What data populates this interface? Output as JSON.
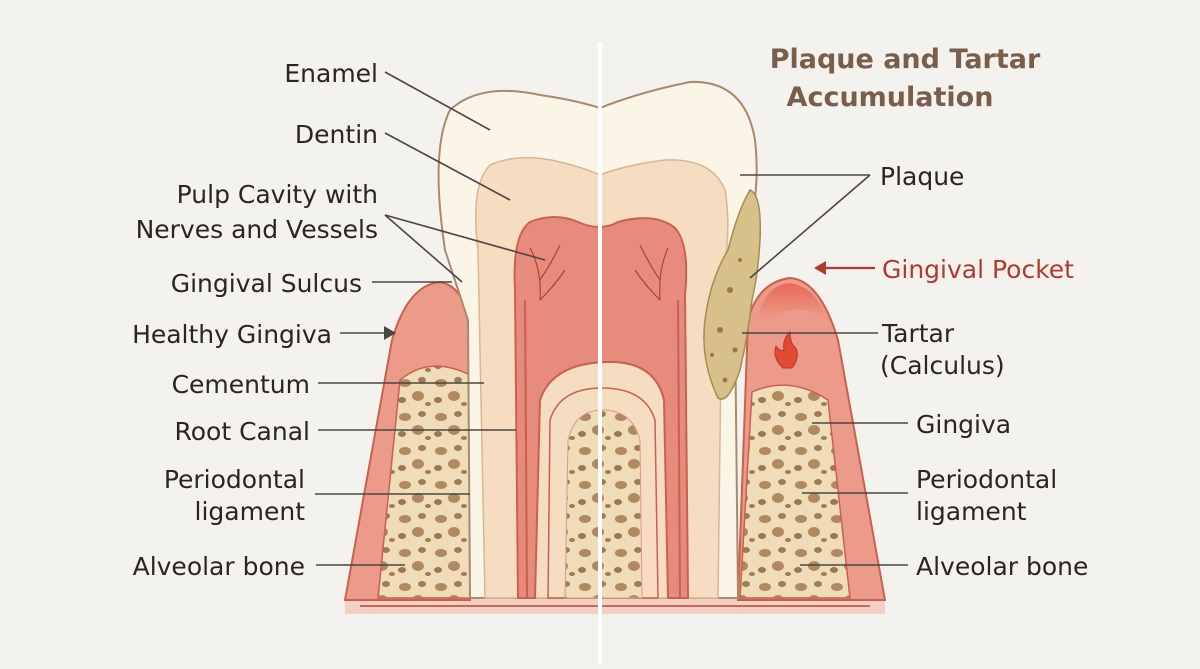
{
  "title": {
    "line1": "Plaque and Tartar",
    "line2": "Accumulation"
  },
  "left_labels": {
    "enamel": "Enamel",
    "dentin": "Dentin",
    "pulp_line1": "Pulp Cavity with",
    "pulp_line2": "Nerves and Vessels",
    "gingival_sulcus": "Gingival Sulcus",
    "healthy_gingiva": "Healthy Gingiva",
    "cementum": "Cementum",
    "root_canal": "Root Canal",
    "periodontal_line1": "Periodontal",
    "periodontal_line2": "ligament",
    "alveolar_bone": "Alveolar bone"
  },
  "right_labels": {
    "plaque": "Plaque",
    "gingival_pocket": "Gingival Pocket",
    "tartar_line1": "Tartar",
    "tartar_line2": "(Calculus)",
    "gingiva": "Gingiva",
    "periodontal_line1": "Periodontal",
    "periodontal_line2": "ligament",
    "alveolar_bone": "Alveolar bone"
  },
  "colors": {
    "background": "#f4f2ee",
    "gingiva": "#ec9a8a",
    "bone": "#f1dcba",
    "enamel": "#fbf5e8",
    "dentin": "#f6dcc0",
    "pulp": "#e78c7c",
    "tartar": "#d8c08a",
    "warning": "#b23a2c"
  }
}
